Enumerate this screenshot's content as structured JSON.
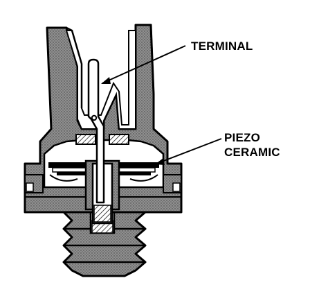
{
  "labels": {
    "terminal": "TERMINAL",
    "piezo_line1": "PIEZO",
    "piezo_line2": "CERAMIC"
  },
  "colors": {
    "ink": "#000000",
    "body_fill": "#8f8f8f",
    "background": "#ffffff"
  },
  "icons": {
    "sensor": "knock-sensor-cutaway"
  }
}
